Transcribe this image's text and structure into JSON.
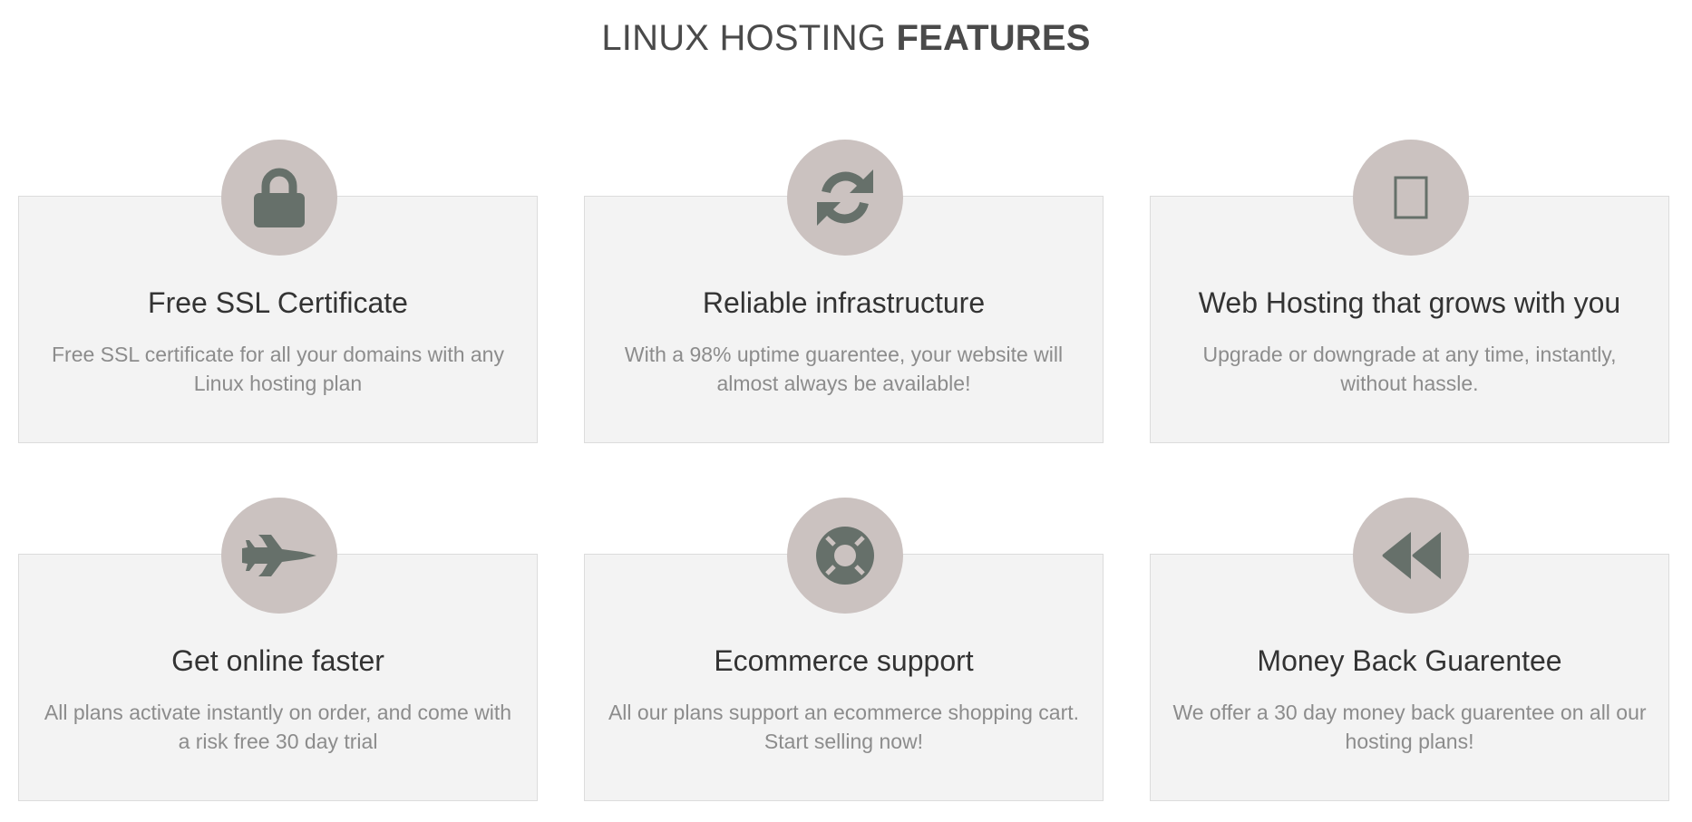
{
  "header": {
    "title_normal": "LINUX HOSTING",
    "title_bold": "FEATURES"
  },
  "colors": {
    "icon_circle": "#cbc2c0",
    "icon_glyph": "#66706a",
    "card_background": "#f3f3f3",
    "title_text": "#333333",
    "desc_text": "#8c8c8c"
  },
  "features": [
    {
      "icon": "lock-icon",
      "title": "Free SSL Certificate",
      "description": "Free SSL certificate for all your domains with any Linux hosting plan"
    },
    {
      "icon": "refresh-icon",
      "title": "Reliable infrastructure",
      "description": "With a 98% uptime guarentee, your website will almost always be available!"
    },
    {
      "icon": "missing-glyph-icon",
      "title": "Web Hosting that grows with you",
      "description": "Upgrade or downgrade at any time, instantly, without hassle."
    },
    {
      "icon": "fighter-jet-icon",
      "title": "Get online faster",
      "description": "All plans activate instantly on order, and come with a risk free 30 day trial"
    },
    {
      "icon": "life-ring-icon",
      "title": "Ecommerce support",
      "description": "All our plans support an ecommerce shopping cart. Start selling now!"
    },
    {
      "icon": "backward-icon",
      "title": "Money Back Guarentee",
      "description": "We offer a 30 day money back guarentee on all our hosting plans!"
    }
  ]
}
